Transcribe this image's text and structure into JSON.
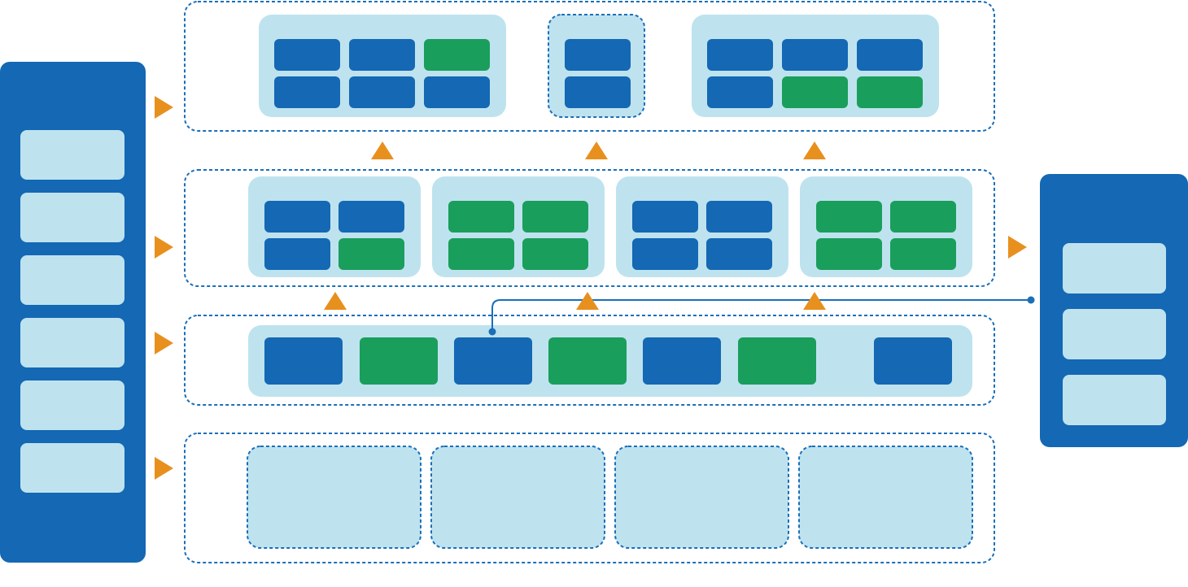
{
  "colors": {
    "dark_blue": "#1468B4",
    "green": "#1A9E5C",
    "light_blue": "#BEE3EF",
    "dashed_border": "#1A6FB8",
    "arrow_orange": "#E8901E",
    "background": "#FFFFFF"
  },
  "left_panel": {
    "item_count": 6,
    "label_text": ""
  },
  "right_panel": {
    "item_count": 3,
    "label_text": ""
  },
  "layers": [
    {
      "name": "top",
      "groups": [
        {
          "style": "solid",
          "cells": [
            "blue",
            "blue",
            "green",
            "blue",
            "blue",
            "blue"
          ]
        },
        {
          "style": "dashed",
          "cells": [
            "blue",
            "blue"
          ]
        },
        {
          "style": "solid",
          "cells": [
            "blue",
            "blue",
            "blue",
            "blue",
            "green",
            "green"
          ]
        }
      ]
    },
    {
      "name": "second",
      "groups": [
        {
          "style": "solid",
          "cells": [
            "blue",
            "blue",
            "blue",
            "green"
          ]
        },
        {
          "style": "solid",
          "cells": [
            "green",
            "green",
            "green",
            "green"
          ]
        },
        {
          "style": "solid",
          "cells": [
            "blue",
            "blue",
            "blue",
            "blue"
          ]
        },
        {
          "style": "solid",
          "cells": [
            "green",
            "green",
            "green",
            "green"
          ]
        }
      ]
    },
    {
      "name": "third",
      "cells": [
        "blue",
        "green",
        "blue",
        "green",
        "blue",
        "green",
        "blue"
      ]
    },
    {
      "name": "bottom",
      "groups": [
        {
          "style": "dashed",
          "cells": []
        },
        {
          "style": "dashed",
          "cells": []
        },
        {
          "style": "dashed",
          "cells": []
        },
        {
          "style": "dashed",
          "cells": []
        }
      ]
    }
  ],
  "connectors": {
    "left_arrows": 4,
    "right_arrows": 1,
    "up_arrows_between_layer_1_2": 3,
    "up_arrows_between_layer_2_3": 3
  }
}
